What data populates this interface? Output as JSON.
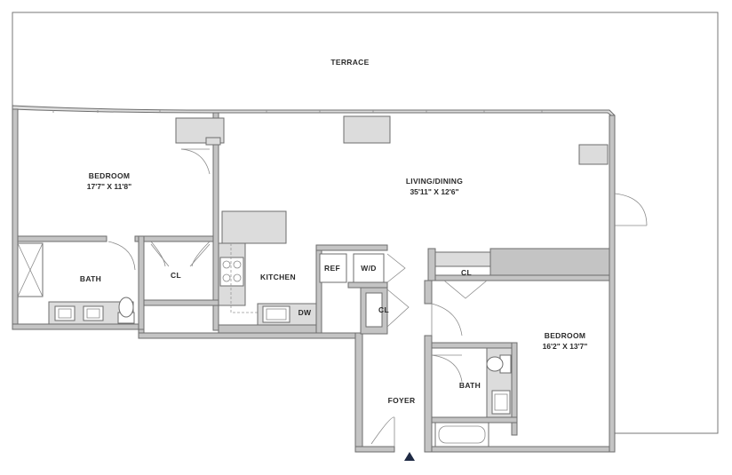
{
  "rooms": {
    "terrace": "TERRACE",
    "bedroom_left": "BEDROOM",
    "bedroom_left_dim": "17'7\" X 11'8\"",
    "living_dining": "LIVING/DINING",
    "living_dining_dim": "35'11\" X 12'6\"",
    "bath_left": "BATH",
    "closet_left": "CL",
    "kitchen": "KITCHEN",
    "ref": "REF",
    "wd": "W/D",
    "dw": "DW",
    "closet_mid": "CL",
    "closet_right": "CL",
    "bedroom_right": "BEDROOM",
    "bedroom_right_dim": "16'2\" X 13'7\"",
    "bath_right": "BATH",
    "foyer": "FOYER"
  },
  "colors": {
    "wall_fill": "#c4c4c4",
    "outline": "#6d6d6d",
    "fixture_fill": "#dcdcdc",
    "entry_marker": "#1f2a44"
  },
  "icons": {
    "entry": "entry-arrow-icon",
    "toilet": "toilet-icon",
    "sink": "sink-icon",
    "stove": "stove-icon",
    "bathtub": "bathtub-icon",
    "shower": "shower-icon"
  }
}
